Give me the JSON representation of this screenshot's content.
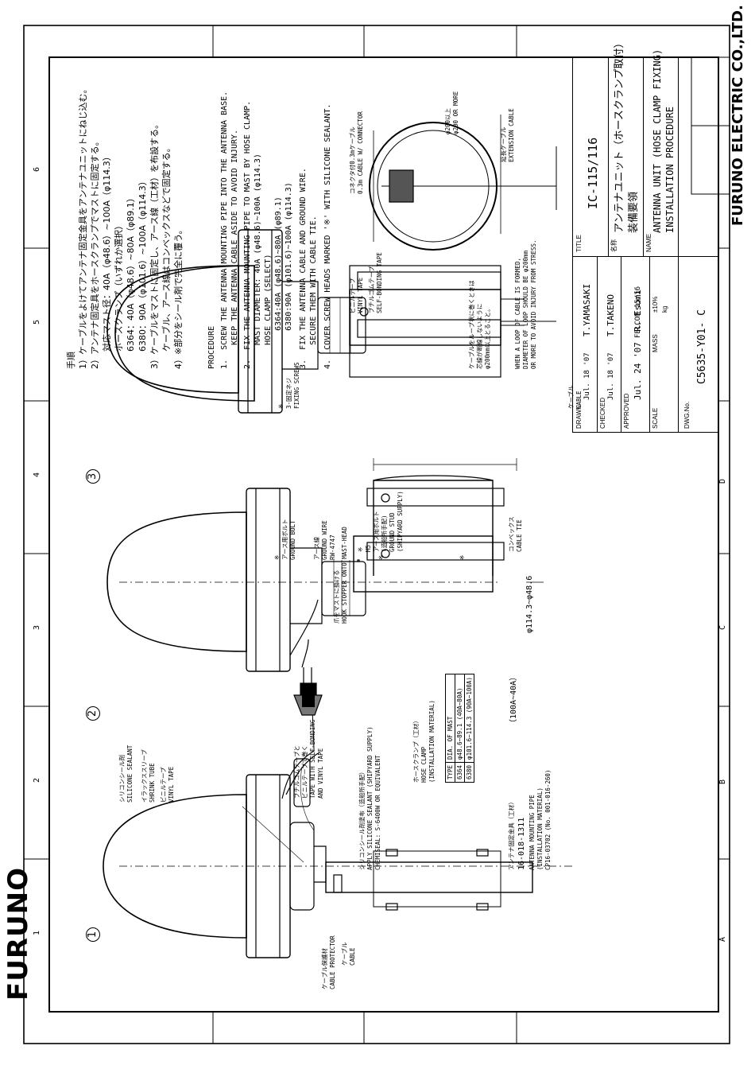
{
  "brand": {
    "logo": "FURUNO",
    "company": "FURUNO ELECTRIC CO.,LTD."
  },
  "border": {
    "columns": [
      "1",
      "2",
      "3",
      "4",
      "5",
      "6"
    ],
    "rows": [
      "A",
      "B",
      "C",
      "D"
    ]
  },
  "steps": {
    "s1": "1",
    "s2": "2",
    "s3": "3"
  },
  "notes_jp": [
    "手順",
    "1）ケーブルをよけてアンテナ固定金具をアンテナユニットにねじ込む。",
    "2）アンテナ固定具をホースクランプでマストに固定する。",
    "　　対応マスト径：40A（φ48.6）~100A（φ114.3）",
    "　　ホースクランプ（いずれか選択）",
    "　　6364：40A（φ48.6）~80A（φ89.1）",
    "　　6380：90A（φ101.6）~100A（φ114.3）",
    "3）ケーブルをマストに固定し、アース線（工材）を布設する。",
    "　　ケーブル、アース線はコンベックスなどで固定する。",
    "4）※部分をシール剤で完全に覆う。"
  ],
  "procedure": [
    "PROCEDURE",
    "1.  SCREW THE ANTENNA MOUNTING PIPE INTO THE ANTENNA BASE.",
    "     KEEP THE ANTENNA CABLE ASIDE TO AVOID INJURY.",
    "2.  FIX THE ANTENNA MOUNTING PIPE TO MAST BY HOSE CLAMP.",
    "     MAST DIAMETER: 40A (φ48.6)~100A (φ114.3)",
    "     HOSE CLAMP (SELECT)",
    "        6364:40A (φ48.6)~80A (φ89.1)",
    "        6380:90A (φ101.6)~100A (φ114.3)",
    "3.  FIX THE ANTENNA CABLE AND GROUND WIRE.",
    "     SECURE THEM WITH CABLE TIE.",
    "4.  COVER SCREW HEADS MARKED '※' WITH SILICONE SEALANT."
  ],
  "labels": {
    "sealant": [
      "シリコンシール剤",
      "SILICONE SEALANT"
    ],
    "shrink": [
      "イラックススリーブ",
      "SHRINK TUBE"
    ],
    "vinyl": [
      "ビニルテープ",
      "VINYL TAPE"
    ],
    "protector": [
      "ケーブル保護材",
      "CABLE PROTECTOR"
    ],
    "cable1": [
      "ケーブル",
      "CABLE"
    ],
    "pipe": [
      "アンテナ固定金具（工材）",
      "16-018-1311",
      "ANTENNA MOUNTING PIPE",
      "(INSTALLATION MATERIAL)",
      "CP16-03702 (No. 001-016-260)"
    ],
    "coating": [
      "シリコンシール剤塗布（造船所手配）",
      "APPLY SILICONE SEALANT (SHIPYARD SUPPLY)",
      "CHEMISEAL: S-6400W OR EQUIVALENT"
    ],
    "wrap": [
      "ブチルゴムテープと",
      "ビニルテープで巻く",
      "TAPE WITH SELF-BONDING",
      "AND VINYL TAPE"
    ],
    "hook": [
      "爪をマストに掛ける",
      "HOOK STOPPER ONTO MAST-HEAD"
    ],
    "clamp": [
      "ホースクランプ（工材）",
      "HOSE CLAMP",
      "(INSTALLATION MATERIAL)"
    ],
    "range": "（100A~40A）",
    "dia": "φ114.3~φ48.6",
    "screws": [
      "※",
      "3-固定ネジ",
      "FIXING SCREWS"
    ],
    "gbolt": [
      "※",
      "アース用ボルト",
      "GROUND BOLT"
    ],
    "gwire": [
      "アース線",
      "GROUND WIRE",
      "RW-4747"
    ],
    "m5": [
      "※",
      "M5",
      "アース用ボルト",
      "(造船所手配)",
      "GROUND STUD",
      "(SHIPYARD SUPPLY)"
    ],
    "tie": [
      "コンベックス",
      "CABLE TIE"
    ],
    "vt2": [
      "ビニルテープ",
      "VINYL TAPE"
    ],
    "sb": [
      "ブチルゴムテープ",
      "SELF-BONDING TAPE"
    ],
    "conn": [
      "コネクタ付0.3mケーブル",
      "0.3m CABLE W/ CONNECTOR"
    ],
    "loopdia": [
      "φ200以上",
      "φ200 OR MORE"
    ],
    "ext": [
      "延長ケーブル",
      "EXTENSION CABLE"
    ],
    "loopnote": [
      "ケーブルをループ状に巻くときは",
      "芯線が断線しないように",
      "φ200mm以上とること。"
    ],
    "loopnote_en": [
      "WHEN A LOOP OF CABLE IS FORMED,",
      "DIAMETER OF LOOP SHOULD BE φ200mm",
      "OR MORE TO AVOID INJURY FROM STRESS."
    ],
    "cable3": [
      "ケーブル",
      "CABLE"
    ],
    "asterisk": "※"
  },
  "clamp_table": {
    "headers": [
      "TYPE",
      "DIA. OF MAST"
    ],
    "rows": [
      [
        "6364",
        "φ48.6~89.1 (40A~80A)"
      ],
      [
        "6380",
        "φ101.6~114.3 (90A~100A)"
      ]
    ]
  },
  "title_block": {
    "drawn_lbl": "DRAWN",
    "drawn_date": "Jul. 18 '07",
    "drawn_name": "T.YAMASAKI",
    "checked_lbl": "CHECKED",
    "checked_date": "Jul. 18 '07",
    "checked_name": "T.TAKENO",
    "approved_lbl": "APPROVED",
    "approved_val": "Jul. 24 '07  R. Esumi",
    "scale_lbl": "SCALE",
    "mass_lbl": "MASS",
    "mass_val": "±10%",
    "mass_unit": "kg",
    "felcom": "FELCOM 15/16",
    "dwg_lbl": "DWG.No.",
    "dwg_no": "C5635-Y01- C",
    "title_lbl": "TITLE",
    "title": "IC-115/116",
    "jname_lbl": "名称",
    "jname1": "アンテナユニット（ホースクランプ取付）",
    "jname2": "装備要領",
    "name_lbl": "NAME",
    "name1": "ANTENNA UNIT (HOSE CLAMP FIXING)",
    "name2": "INSTALLATION PROCEDURE"
  }
}
